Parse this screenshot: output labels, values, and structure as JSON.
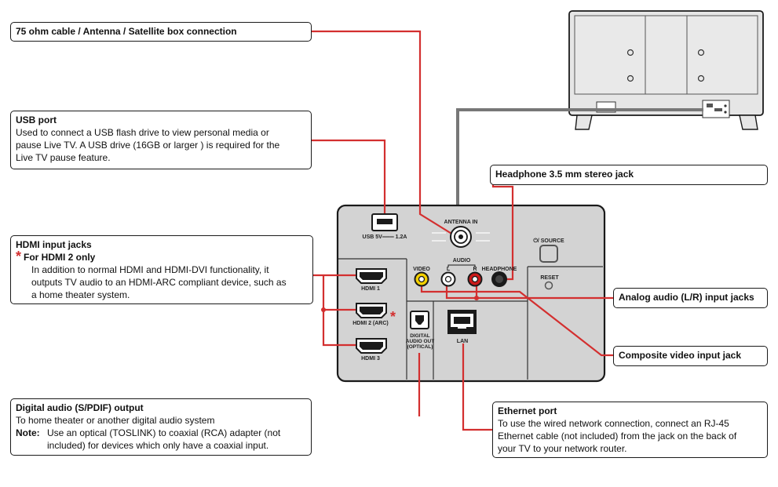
{
  "callouts": {
    "antenna": {
      "title": "75 ohm cable / Antenna / Satellite box connection"
    },
    "usb": {
      "title": "USB port",
      "lines": [
        "Used to connect a USB flash drive to view personal media or",
        "pause Live TV.  A USB drive (16GB or larger ) is required for the",
        "Live TV pause feature."
      ]
    },
    "hdmi": {
      "title": "HDMI input jacks",
      "sub_title": "For HDMI 2 only",
      "lines": [
        "In addition to normal HDMI and HDMI-DVI functionality, it",
        "outputs TV audio to an HDMI-ARC compliant device, such as",
        "a home theater system."
      ]
    },
    "digital": {
      "title": "Digital audio (S/PDIF) output",
      "line1": "To home theater or another digital audio system",
      "note_label": "Note:",
      "note_lines": [
        "Use an optical (TOSLINK) to coaxial (RCA) adapter (not",
        "included) for devices which only have a coaxial input."
      ]
    },
    "headphone": {
      "title": "Headphone 3.5 mm stereo jack"
    },
    "analog": {
      "title": "Analog audio (L/R) input jacks"
    },
    "composite": {
      "title": "Composite video input jack"
    },
    "ethernet": {
      "title": "Ethernet port",
      "lines": [
        "To use the wired network connection, connect an RJ-45",
        "Ethernet cable (not included) from the jack on the back of",
        "your TV to your network router."
      ]
    }
  },
  "panel_labels": {
    "usb": "USB 5V═══ 1.2A",
    "antenna": "ANTENNA IN",
    "audio": "AUDIO",
    "l": "L",
    "r": "R",
    "video": "VIDEO",
    "headphone": "HEADPHONE",
    "source": "⏻/ SOURCE",
    "reset": "RESET",
    "hdmi1": "HDMI 1",
    "hdmi2": "HDMI 2 (ARC)",
    "hdmi3": "HDMI 3",
    "optical_1": "DIGITAL",
    "optical_2": "AUDIO OUT",
    "optical_3": "(OPTICAL)",
    "lan": "LAN"
  },
  "colors": {
    "leader": "#d32f2f",
    "panel_fill": "#d3d3d3",
    "panel_stroke": "#1a1a1a",
    "tv_fill": "#e6e6e6",
    "cable": "#777777",
    "video_jack": "#f4d000",
    "r_jack": "#cc1a1a"
  }
}
